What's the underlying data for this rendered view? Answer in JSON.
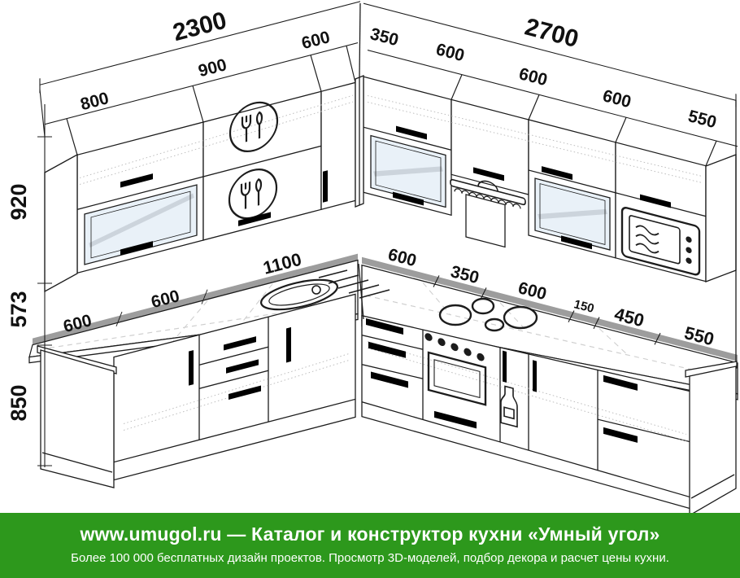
{
  "site_banner": {
    "headline": "www.umugol.ru  —  Каталог и конструктор кухни «Умный угол»",
    "subline": "Более 100 000 бесплатных дизайн проектов. Просмотр 3D-моделей, подбор декора и расчет цены кухни.",
    "bg_color": "#2d981c",
    "text_color": "#ffffff"
  },
  "dims": {
    "top_left_total": "2300",
    "top_left_segments": [
      "800",
      "900",
      "600"
    ],
    "corner_width": "350",
    "top_right_total": "2700",
    "top_right_segments": [
      "600",
      "600",
      "600",
      "550"
    ],
    "heights": {
      "wall_cabinets": "920",
      "apron_gap": "573",
      "base_cabinets": "850"
    },
    "counter_left": [
      "600",
      "600",
      "1100"
    ],
    "counter_right": [
      "600",
      "350",
      "600",
      "150",
      "450",
      "550"
    ]
  },
  "drawing": {
    "line_color": "#1c1c1c",
    "backsplash_strip_color": "#9d9d9d",
    "glass_color": "#e9f1f8",
    "features": [
      "glass-wall-cabinets",
      "cutlery-decal-cabinet",
      "cooker-hood",
      "built-in-microwave",
      "round-sink-with-drainer",
      "4-burner-cooktop",
      "built-in-oven",
      "bottle-cargo",
      "drawer-units"
    ]
  }
}
